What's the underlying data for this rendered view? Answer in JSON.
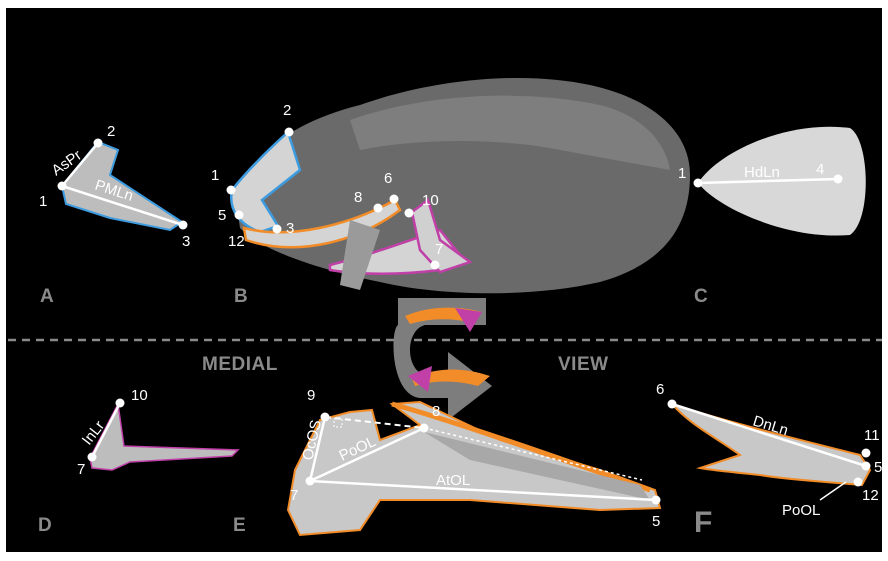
{
  "panels": {
    "a": "A",
    "b": "B",
    "c": "C",
    "d": "D",
    "e": "E",
    "f": "F"
  },
  "views": {
    "left": "MEDIAL",
    "right": "VIEW"
  },
  "measurements": {
    "aspr": "AsPr",
    "pmln": "PMLn",
    "hdln": "HdLn",
    "inlr": "InLr",
    "ocos": "OcOS",
    "pool_e": "PoOL",
    "atol": "AtOL",
    "dnln": "DnLn",
    "pool_f": "PoOL"
  },
  "landmarks": {
    "a": {
      "p1": "1",
      "p2": "2",
      "p3": "3"
    },
    "b": {
      "p1": "1",
      "p2": "2",
      "p3": "3",
      "p5": "5",
      "p6": "6",
      "p7": "7",
      "p8": "8",
      "p10": "10",
      "p12": "12"
    },
    "c": {
      "p1": "1",
      "p4": "4"
    },
    "d": {
      "p7": "7",
      "p10": "10"
    },
    "e": {
      "p5": "5",
      "p7": "7",
      "p8": "8",
      "p9": "9"
    },
    "f": {
      "p5": "5",
      "p6": "6",
      "p11": "11",
      "p12": "12"
    }
  },
  "colors": {
    "background": "#000000",
    "premaxilla_outline": "#3d9be0",
    "dentary_outline": "#f28c28",
    "articular_outline": "#c040a8",
    "divider": "#8a8a8a"
  }
}
